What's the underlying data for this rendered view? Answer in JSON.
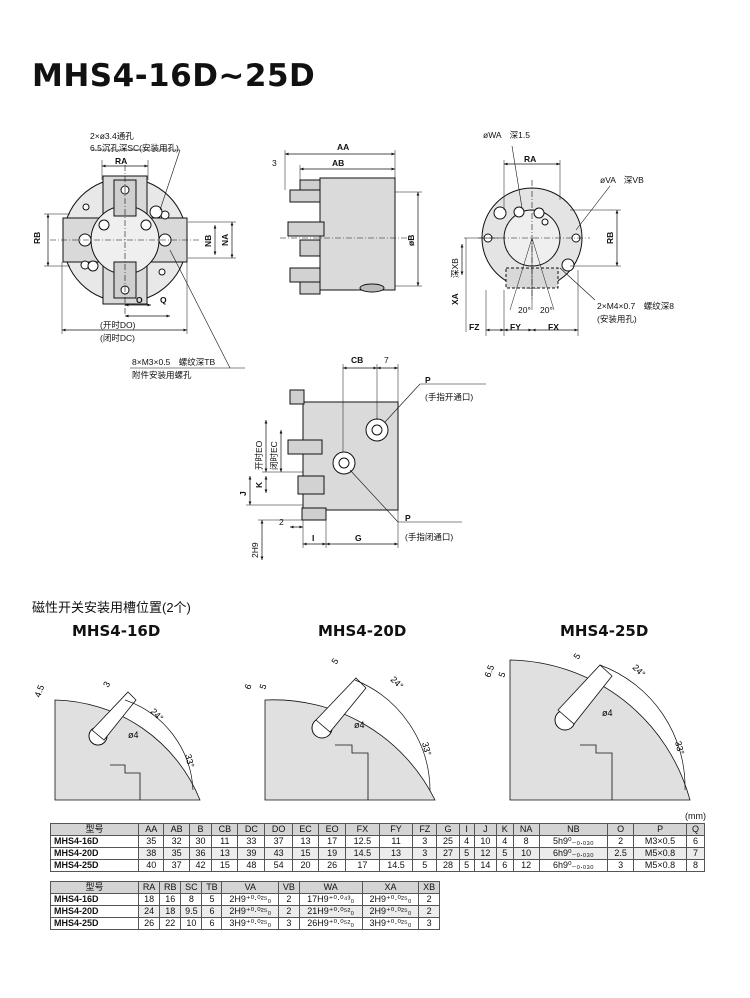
{
  "title": "MHS4-16D~25D",
  "drawing": {
    "front_view": {
      "hole_note_1": "2×ø3.4通孔",
      "hole_note_2": "6.5沉孔深SC(安装用孔)",
      "ra": "RA",
      "rb": "RB",
      "nb": "NB",
      "na": "NA",
      "o": "O",
      "q": "Q",
      "do": "(开时DO)",
      "dc": "(闭时DC)",
      "thread_note": "8×M3×0.5　螺纹深TB",
      "thread_sub": "附件安装用螺孔"
    },
    "side_view": {
      "aa": "AA",
      "ab": "AB",
      "three": "3",
      "b": "øB"
    },
    "rear_view": {
      "wa": "øWA　深1.5",
      "ra": "RA",
      "va": "øVA　深VB",
      "rb": "RB",
      "xb": "深XB",
      "xa": "XA",
      "angle": "20°",
      "fz": "FZ",
      "fy": "FY",
      "fx": "FX",
      "m4_note": "2×M4×0.7　螺纹深8",
      "m4_sub": "(安装用孔)"
    },
    "port_view": {
      "cb": "CB",
      "seven": "7",
      "p": "P",
      "p_open": "(手指开通口)",
      "p_close": "(手指闭通口)",
      "eo": "开时EO",
      "ec": "闭时EC",
      "j": "J",
      "k": "K",
      "two": "2",
      "i": "I",
      "g": "G",
      "h9": "2H9"
    }
  },
  "switch_section": {
    "title": "磁性开关安装用槽位置(2个)",
    "models": [
      {
        "name": "MHS4-16D",
        "dims": [
          "4.5",
          "3"
        ],
        "angle1": "24°",
        "angle2": "33°",
        "hole": "ø4"
      },
      {
        "name": "MHS4-20D",
        "dims": [
          "6",
          "5",
          "5"
        ],
        "angle1": "24°",
        "angle2": "33°",
        "hole": "ø4"
      },
      {
        "name": "MHS4-25D",
        "dims": [
          "6.5",
          "5",
          "5"
        ],
        "angle1": "24°",
        "angle2": "33°",
        "hole": "ø4"
      }
    ]
  },
  "table1": {
    "unit": "(mm)",
    "headers": [
      "型号",
      "AA",
      "AB",
      "B",
      "CB",
      "DC",
      "DO",
      "EC",
      "EO",
      "FX",
      "FY",
      "FZ",
      "G",
      "I",
      "J",
      "K",
      "NA",
      "NB",
      "O",
      "P",
      "Q"
    ],
    "rows": [
      [
        "MHS4-16D",
        "35",
        "32",
        "30",
        "11",
        "33",
        "37",
        "13",
        "17",
        "12.5",
        "11",
        "3",
        "25",
        "4",
        "10",
        "4",
        "8",
        "5h9⁰₋₀.₀₃₀",
        "2",
        "M3×0.5",
        "6"
      ],
      [
        "MHS4-20D",
        "38",
        "35",
        "36",
        "13",
        "39",
        "43",
        "15",
        "19",
        "14.5",
        "13",
        "3",
        "27",
        "5",
        "12",
        "5",
        "10",
        "6h9⁰₋₀.₀₃₀",
        "2.5",
        "M5×0.8",
        "7"
      ],
      [
        "MHS4-25D",
        "40",
        "37",
        "42",
        "15",
        "48",
        "54",
        "20",
        "26",
        "17",
        "14.5",
        "5",
        "28",
        "5",
        "14",
        "6",
        "12",
        "6h9⁰₋₀.₀₃₀",
        "3",
        "M5×0.8",
        "8"
      ]
    ]
  },
  "table2": {
    "headers": [
      "型号",
      "RA",
      "RB",
      "SC",
      "TB",
      "VA",
      "VB",
      "WA",
      "XA",
      "XB"
    ],
    "rows": [
      [
        "MHS4-16D",
        "18",
        "16",
        "8",
        "5",
        "2H9⁺⁰·⁰²⁵₀",
        "2",
        "17H9⁺⁰·⁰⁴³₀",
        "2H9⁺⁰·⁰²⁵₀",
        "2"
      ],
      [
        "MHS4-20D",
        "24",
        "18",
        "9.5",
        "6",
        "2H9⁺⁰·⁰²⁵₀",
        "2",
        "21H9⁺⁰·⁰⁵²₀",
        "2H9⁺⁰·⁰²⁵₀",
        "2"
      ],
      [
        "MHS4-25D",
        "26",
        "22",
        "10",
        "6",
        "3H9⁺⁰·⁰²⁵₀",
        "3",
        "26H9⁺⁰·⁰⁵²₀",
        "3H9⁺⁰·⁰²⁵₀",
        "3"
      ]
    ]
  }
}
